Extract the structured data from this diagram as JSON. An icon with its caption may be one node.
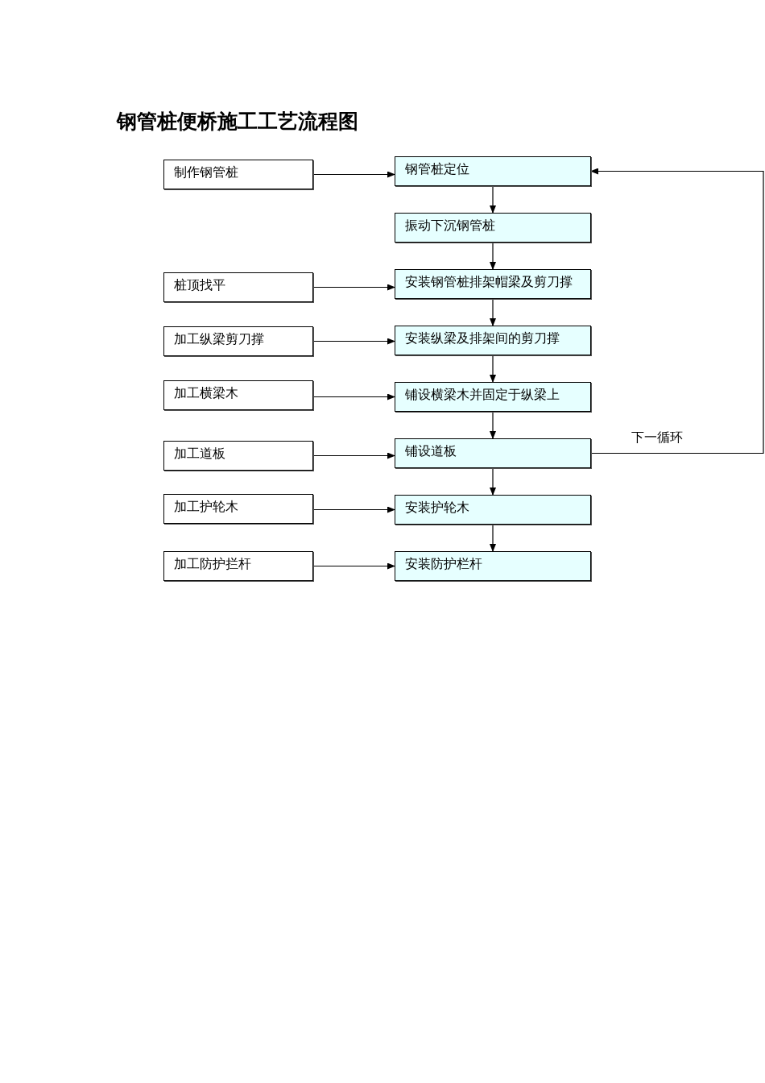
{
  "diagram": {
    "title": "钢管桩便桥施工工艺流程图",
    "nodes": [
      {
        "text": [
          "制作钢管桩"
        ]
      },
      {
        "text": [
          "钢管桩定位"
        ]
      },
      {
        "text": [
          "振动下沉钢管桩"
        ]
      },
      {
        "text": [
          "桩顶找平"
        ]
      },
      {
        "text": [
          "安装钢管桩排架帽梁及剪刀撑"
        ]
      },
      {
        "text": [
          "加工纵梁剪刀撑"
        ]
      },
      {
        "text": [
          "安装纵梁及排架间的剪刀撑"
        ]
      },
      {
        "text": [
          "加工横梁木"
        ]
      },
      {
        "text": [
          "铺设横梁木并固定于纵梁上"
        ]
      },
      {
        "text": [
          "加工道板"
        ]
      },
      {
        "text": [
          "铺设道板"
        ]
      },
      {
        "text": [
          "加工护轮木"
        ]
      },
      {
        "text": [
          "安装护轮木"
        ]
      },
      {
        "text": [
          "加工防护拦杆"
        ]
      },
      {
        "text": [
          "安装防护栏杆"
        ]
      }
    ],
    "edges": [
      {
        "from": 0,
        "to": 1,
        "arrow": "to"
      },
      {
        "from": 1,
        "to": 2,
        "arrow": "to"
      },
      {
        "from": 2,
        "to": 4,
        "arrow": "to"
      },
      {
        "from": 3,
        "to": 4,
        "arrow": "to"
      },
      {
        "from": 4,
        "to": 6,
        "arrow": "to"
      },
      {
        "from": 5,
        "to": 6,
        "arrow": "to"
      },
      {
        "from": 6,
        "to": 8,
        "arrow": "to"
      },
      {
        "from": 7,
        "to": 8,
        "arrow": "to"
      },
      {
        "from": 8,
        "to": 10,
        "arrow": "to"
      },
      {
        "from": 9,
        "to": 10,
        "arrow": "to"
      },
      {
        "from": 10,
        "to": 12,
        "arrow": "to"
      },
      {
        "from": 11,
        "to": 12,
        "arrow": "to"
      },
      {
        "from": 12,
        "to": 14,
        "arrow": "to"
      },
      {
        "from": 13,
        "to": 14,
        "arrow": "to"
      },
      {
        "from": 10,
        "to": 1,
        "arrow": "to",
        "label": "下一循环"
      }
    ]
  }
}
